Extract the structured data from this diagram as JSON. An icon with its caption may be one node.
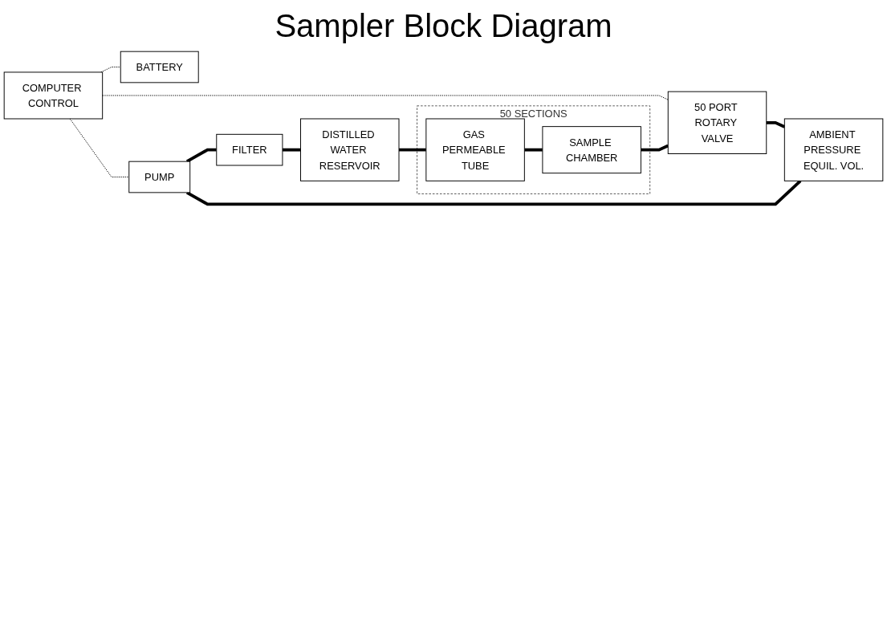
{
  "diagram": {
    "title": "Sampler Block Diagram",
    "nodes": [
      {
        "text": [
          "COMPUTER CONTROL"
        ]
      },
      {
        "text": [
          "BATTERY"
        ]
      },
      {
        "text": [
          "AMBIENT PRESSURE EQUIL. VOL."
        ]
      },
      {
        "text": [
          "PUMP"
        ]
      },
      {
        "text": [
          "FILTER"
        ]
      },
      {
        "text": [
          "50 PORT ROTARY VALVE"
        ]
      },
      {
        "text": [
          "50 SECTIONS"
        ]
      },
      {
        "text": [
          "SAMPLE CHAMBER"
        ],
        "in": 6
      },
      {
        "text": [
          "GAS PERMEABLE TUBE"
        ],
        "in": 6
      },
      {
        "text": [
          "DISTILLED WATER RESERVOIR"
        ]
      }
    ],
    "edges": [
      {
        "from": 0,
        "to": 1,
        "arrow": "none",
        "style": "dashed"
      },
      {
        "from": 0,
        "to": 3,
        "arrow": "none",
        "style": "dashed"
      },
      {
        "from": 0,
        "to": 5,
        "arrow": "none",
        "style": "dashed"
      },
      {
        "from": 2,
        "to": 3,
        "arrow": "none"
      },
      {
        "from": 3,
        "to": 4,
        "arrow": "none"
      },
      {
        "from": 4,
        "to": 9,
        "arrow": "none"
      },
      {
        "from": 9,
        "to": 8,
        "arrow": "none"
      },
      {
        "from": 8,
        "to": 7,
        "arrow": "none"
      },
      {
        "from": 7,
        "to": 5,
        "arrow": "none"
      },
      {
        "from": 5,
        "to": 2,
        "arrow": "none"
      }
    ]
  }
}
